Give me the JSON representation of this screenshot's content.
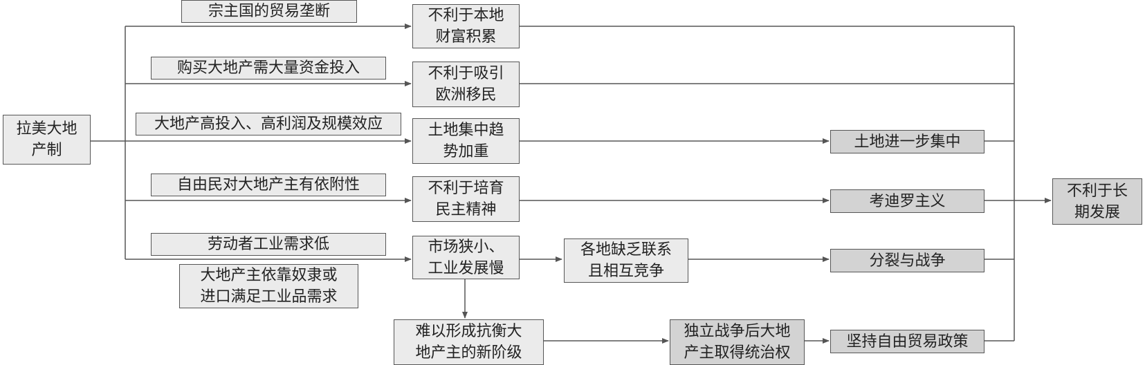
{
  "nodes": {
    "origin": "拉美大地\n产制",
    "wealth": "不利于本地\n财富积累",
    "immigrants": "不利于吸引\n欧洲移民",
    "land_concentration": "土地集中趋\n势加重",
    "democracy": "不利于培育\n民主精神",
    "market": "市场狭小、\n工业发展慢",
    "regions": "各地缺乏联系\n且相互竞争",
    "new_class": "难以形成抗衡大\n地产主的新阶级",
    "rule": "独立战争后大地\n产主取得统治权",
    "further_concentration": "土地进一步集中",
    "caudillo": "考迪罗主义",
    "split": "分裂与战争",
    "free_trade": "坚持自由贸易政策",
    "result": "不利于长\n期发展"
  },
  "labels": {
    "monopoly": "宗主国的贸易垄断",
    "capital": "购买大地产需大量资金投入",
    "returns": "大地产高投入、高利润及规模效应",
    "dependence": "自由民对大地产主有依附性",
    "demand": "劳动者工业需求低",
    "slaves": "大地产主依靠奴隶或\n进口满足工业品需求"
  },
  "colors": {
    "light_fill": "#ebebeb",
    "dark_fill": "#d3d3d3",
    "line": "#555555"
  }
}
